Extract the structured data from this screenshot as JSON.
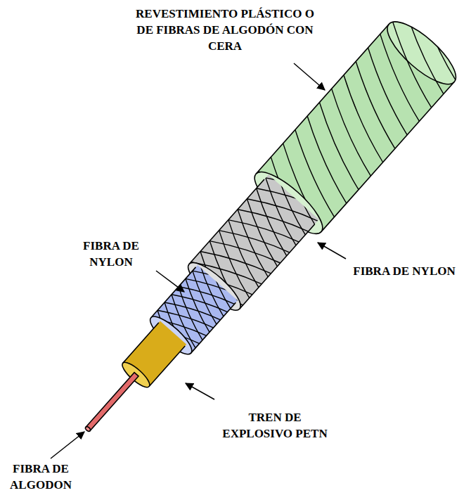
{
  "diagram": {
    "labels": [
      "REVESTIMIENTO PLÁSTICO O DE FIBRAS DE ALGODÓN CON CERA",
      "FIBRA DE NYLON",
      "FIBRA DE NYLON",
      "TREN DE EXPLOSIVO PETN",
      "FIBRA DE ALGODON"
    ]
  }
}
